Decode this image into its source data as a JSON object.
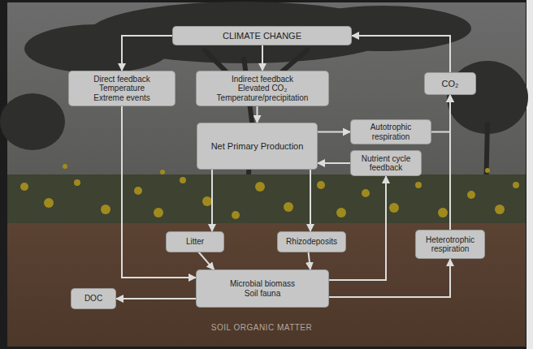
{
  "diagram": {
    "nodes": [
      {
        "text": [
          "CLIMATE CHANGE"
        ]
      },
      {
        "text": [
          "Direct feedback",
          "Temperature",
          "Extreme events"
        ]
      },
      {
        "text": [
          "Indirect feedback",
          "Elevated CO₂",
          "Temperature/precipitation"
        ]
      },
      {
        "text": [
          "CO₂"
        ]
      },
      {
        "text": [
          "Net Primary Production"
        ]
      },
      {
        "text": [
          "Autotrophic respiration"
        ]
      },
      {
        "text": [
          "Nutrient cycle feedback"
        ]
      },
      {
        "text": [
          "Litter"
        ]
      },
      {
        "text": [
          "Rhizodeposits"
        ]
      },
      {
        "text": [
          "Heterotrophic respiration"
        ]
      },
      {
        "text": [
          "Microbial biomass",
          "Soil fauna"
        ]
      },
      {
        "text": [
          "DOC"
        ]
      }
    ],
    "edges": [
      {
        "from": 0,
        "to": 1,
        "arrow": "to"
      },
      {
        "from": 0,
        "to": 2,
        "arrow": "to"
      },
      {
        "from": 3,
        "to": 0,
        "arrow": "to"
      },
      {
        "from": 2,
        "to": 4,
        "arrow": "to"
      },
      {
        "from": 4,
        "to": 5,
        "arrow": "to"
      },
      {
        "from": 5,
        "to": 3,
        "arrow": "to"
      },
      {
        "from": 9,
        "to": 3,
        "arrow": "to"
      },
      {
        "from": 6,
        "to": 4,
        "arrow": "to"
      },
      {
        "from": 10,
        "to": 6,
        "arrow": "to"
      },
      {
        "from": 10,
        "to": 9,
        "arrow": "to"
      },
      {
        "from": 4,
        "to": 7,
        "arrow": "to"
      },
      {
        "from": 4,
        "to": 8,
        "arrow": "to"
      },
      {
        "from": 7,
        "to": 10,
        "arrow": "to"
      },
      {
        "from": 8,
        "to": 10,
        "arrow": "to"
      },
      {
        "from": 1,
        "to": 10,
        "arrow": "to"
      },
      {
        "from": 10,
        "to": 11,
        "arrow": "to"
      }
    ],
    "labels": [
      "SOIL ORGANIC MATTER"
    ]
  }
}
